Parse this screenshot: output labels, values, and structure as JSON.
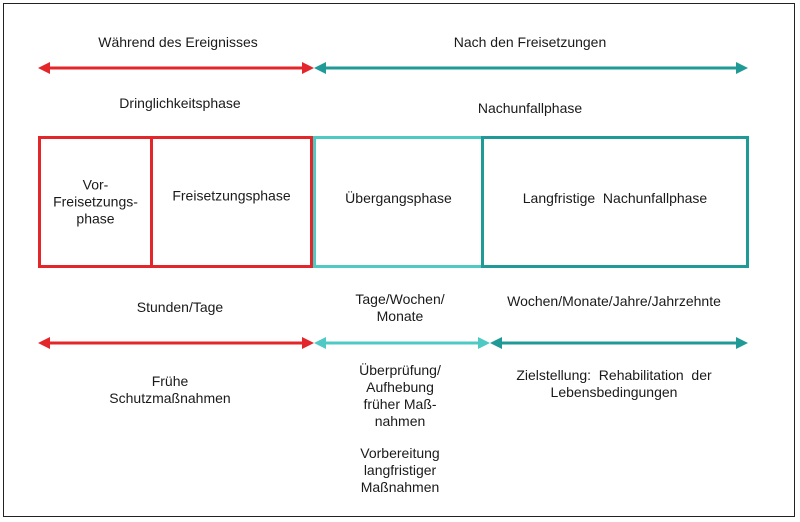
{
  "colors": {
    "red": "#e3262a",
    "teal_dark": "#1f9a96",
    "teal_light": "#4fc9c4"
  },
  "header": {
    "during_event": "Während des Ereignisses",
    "after_release": "Nach den Freisetzungen",
    "urgency_phase": "Dringlichkeitsphase",
    "post_accident_phase": "Nachunfallphase"
  },
  "phases": {
    "pre_release": [
      "Vor-",
      "Freisetzungs-",
      "phase"
    ],
    "release": "Freisetzungsphase",
    "transition": "Übergangsphase",
    "long_term": "Langfristige  Nachunfallphase"
  },
  "durations": {
    "hours_days": "Stunden/Tage",
    "days_weeks_months": [
      "Tage/Wochen/",
      "Monate"
    ],
    "weeks_to_decades": "Wochen/Monate/Jahre/Jahrzehnte"
  },
  "measures": {
    "early": [
      "Frühe",
      "Schutzmaßnahmen"
    ],
    "review": [
      "Überprüfung/",
      "Aufhebung",
      "früher Maß-",
      "nahmen"
    ],
    "preparation": [
      "Vorbereitung",
      "langfristiger",
      "Maßnahmen"
    ],
    "goal": [
      "Zielstellung:  Rehabilitation  der",
      "Lebensbedingungen"
    ]
  }
}
